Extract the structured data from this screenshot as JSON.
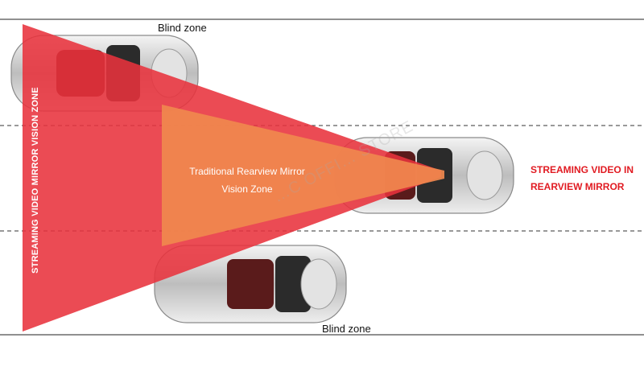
{
  "labels": {
    "blind_zone_top": "Blind zone",
    "blind_zone_bottom": "Blind zone",
    "traditional_line1": "Traditional Rearview Mirror",
    "traditional_line2": "Vision Zone",
    "streaming_line1": "STREAMING VIDEO IN",
    "streaming_line2": "REARVIEW MIRROR",
    "vertical_zone": "STREAMING VIDEO MIRROR VISION ZONE"
  },
  "watermark": "…C OFFI… STORE",
  "colors": {
    "streaming_zone": "#e8323c",
    "traditional_zone": "#f0884e",
    "accent_text": "#e11b22",
    "car_body": "#c9c9c9",
    "car_interior": "#5a1b1b"
  }
}
